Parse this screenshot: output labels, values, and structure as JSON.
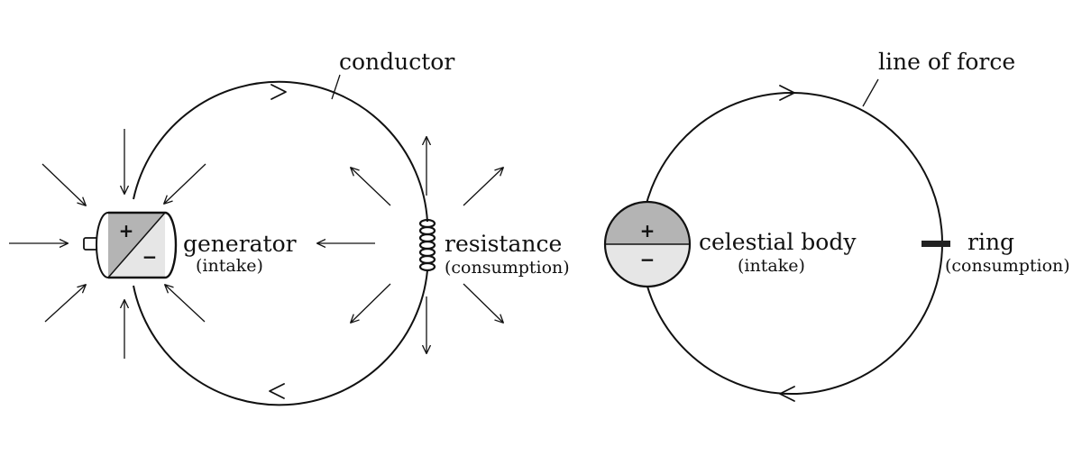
{
  "left": {
    "conductor_label": "conductor",
    "generator_label": "generator",
    "generator_sub": "(intake)",
    "resistance_label": "resistance",
    "resistance_sub": "(consumption)",
    "battery_plus": "+",
    "battery_minus": "−"
  },
  "right": {
    "force_label": "line of force",
    "body_label": "celestial body",
    "body_sub": "(intake)",
    "ring_label": "ring",
    "ring_sub": "(consumption)",
    "body_plus": "+",
    "body_minus": "−"
  }
}
